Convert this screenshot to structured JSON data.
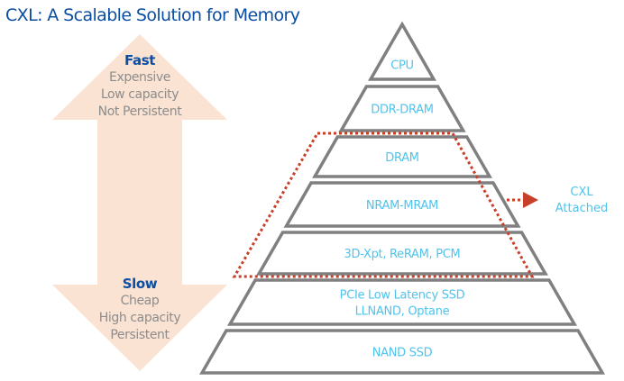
{
  "title": "CXL: A Scalable Solution for Memory",
  "colors": {
    "title": "#0b4ea2",
    "arrow_fill": "#fbe3d3",
    "layer_stroke": "#808080",
    "layer_text": "#4fc3ec",
    "cxl_outline": "#c8402a",
    "secondary_text": "#8c8c8c"
  },
  "speed_arrow": {
    "top": {
      "heading": "Fast",
      "lines": [
        "Expensive",
        "Low capacity",
        "Not Persistent"
      ]
    },
    "bottom": {
      "heading": "Slow",
      "lines": [
        "Cheap",
        "High capacity",
        "Persistent"
      ]
    }
  },
  "pyramid": {
    "layers": [
      {
        "label_lines": [
          "CPU"
        ]
      },
      {
        "label_lines": [
          "DDR-DRAM"
        ]
      },
      {
        "label_lines": [
          "DRAM"
        ],
        "cxl_attached": true
      },
      {
        "label_lines": [
          "NRAM-MRAM"
        ],
        "cxl_attached": true
      },
      {
        "label_lines": [
          "3D-Xpt, ReRAM, PCM"
        ],
        "cxl_attached": true
      },
      {
        "label_lines": [
          "PCIe Low Latency SSD",
          "LLNAND, Optane"
        ]
      },
      {
        "label_lines": [
          "NAND SSD"
        ]
      }
    ]
  },
  "cxl_callout": {
    "lines": [
      "CXL",
      "Attached"
    ]
  }
}
